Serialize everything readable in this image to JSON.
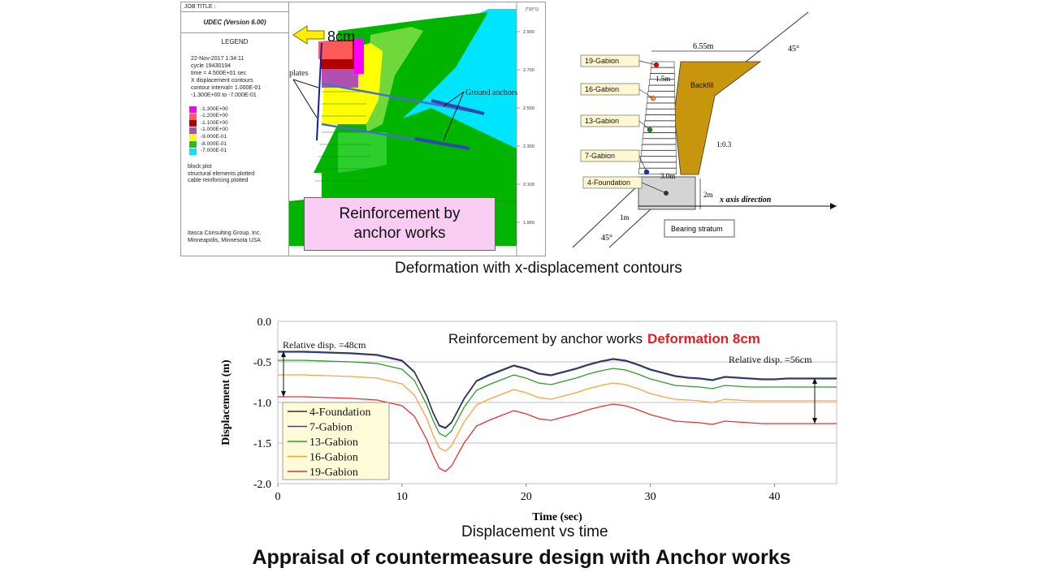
{
  "udec_panel": {
    "job_title": "JOB TITLE :",
    "version": "UDEC (Version 6.00)",
    "legend_title": "LEGEND",
    "info": [
      "22-Nov-2017   1:34:11",
      "cycle  19430194",
      "time  =  4.500E+01 sec",
      "X displacement contours",
      "contour interval= 1.000E-01",
      "-1.300E+00 to -7.000E-01"
    ],
    "legend": [
      {
        "label": "-1.300E+00",
        "color": "#ff00ff"
      },
      {
        "label": "-1.200E+00",
        "color": "#ff5a5a"
      },
      {
        "label": "-1.100E+00",
        "color": "#b30000"
      },
      {
        "label": "-1.000E+00",
        "color": "#b050b0"
      },
      {
        "label": "-9.000E-01",
        "color": "#ffff00"
      },
      {
        "label": "-8.000E-01",
        "color": "#22c022"
      },
      {
        "label": "-7.000E-01",
        "color": "#00e5ff"
      }
    ],
    "notes": [
      "block plot",
      "structural elements plotted",
      "cable reinforcing plotted"
    ],
    "company": [
      "Itasca Consulting Group, Inc.",
      "Minneapolis, Minnesota  USA"
    ],
    "scale_unit": "(*10^1)",
    "y_ticks": [
      "2.900",
      "2.700",
      "2.500",
      "2.300",
      "2.100",
      "1.900"
    ],
    "arrow_label": "8cm",
    "bearing_plates_label": "Bearing plates",
    "ground_anchors_label": "Ground anchors",
    "reinforcement_lines": [
      "Reinforcement by",
      "anchor works"
    ]
  },
  "colors": {
    "cyan": "#00e5ff",
    "green": "#00b400",
    "lightgreen": "#6fd83a",
    "yellow": "#ffff00",
    "red": "#d81010",
    "pink": "#f9ccf4",
    "backfill": "#c8960c",
    "arrow": "#ffee00"
  },
  "diagram": {
    "gabions": [
      "19-Gabion",
      "16-Gabion",
      "13-Gabion",
      "7-Gabion",
      "4-Foundation"
    ],
    "backfill_label": "Backfill",
    "top_width": "6.55m",
    "gabion_width": "1.5m",
    "base_width": "3.0m",
    "slope_ratio": "1:0.3",
    "height_label": "2m",
    "offset_label": "1m",
    "angle_top": "45°",
    "angle_bottom": "45°",
    "axis_label": "x axis direction",
    "stratum_label": "Bearing stratum"
  },
  "caption_top": "Deformation with x-displacement contours",
  "caption_bottom": "Displacement vs time",
  "main_title": "Appraisal of countermeasure design with Anchor works",
  "chart_data": {
    "type": "line",
    "title_prefix": "Reinforcement by anchor works",
    "title_highlight": "Deformation 8cm",
    "xlabel": "Time (sec)",
    "ylabel": "Displacement (m)",
    "xlim": [
      0,
      45
    ],
    "ylim": [
      -2.0,
      0.0
    ],
    "xticks": [
      0,
      10,
      20,
      30,
      40
    ],
    "yticks": [
      "0.0",
      "-0.5",
      "-1.0",
      "-1.5",
      "-2.0"
    ],
    "grid": "horizontal",
    "legend_position": "bottom-left",
    "annotations": [
      "Relative  disp. =48cm",
      "Relative disp. =56cm"
    ],
    "x": [
      0,
      2,
      4,
      6,
      8,
      10,
      11,
      12,
      12.5,
      13,
      13.5,
      14,
      15,
      16,
      17,
      18,
      19,
      20,
      21,
      22,
      23,
      24,
      25,
      26,
      27,
      28,
      29,
      30,
      31,
      32,
      33,
      34,
      35,
      36,
      37,
      38,
      39,
      40,
      41,
      42,
      43,
      44,
      45
    ],
    "series": [
      {
        "name": "4-Foundation",
        "color": "#303030",
        "values": [
          -0.37,
          -0.37,
          -0.38,
          -0.39,
          -0.41,
          -0.48,
          -0.62,
          -0.92,
          -1.12,
          -1.28,
          -1.31,
          -1.24,
          -0.95,
          -0.73,
          -0.66,
          -0.6,
          -0.54,
          -0.58,
          -0.64,
          -0.66,
          -0.62,
          -0.58,
          -0.53,
          -0.49,
          -0.46,
          -0.48,
          -0.53,
          -0.59,
          -0.63,
          -0.67,
          -0.69,
          -0.7,
          -0.72,
          -0.68,
          -0.69,
          -0.7,
          -0.71,
          -0.71,
          -0.7,
          -0.7,
          -0.7,
          -0.7,
          -0.7
        ]
      },
      {
        "name": "7-Gabion",
        "color": "#3344bb",
        "values": [
          -0.38,
          -0.38,
          -0.39,
          -0.4,
          -0.42,
          -0.49,
          -0.63,
          -0.93,
          -1.13,
          -1.29,
          -1.32,
          -1.25,
          -0.96,
          -0.74,
          -0.67,
          -0.61,
          -0.55,
          -0.59,
          -0.65,
          -0.67,
          -0.63,
          -0.59,
          -0.54,
          -0.5,
          -0.47,
          -0.49,
          -0.54,
          -0.6,
          -0.64,
          -0.68,
          -0.7,
          -0.71,
          -0.73,
          -0.69,
          -0.7,
          -0.71,
          -0.72,
          -0.72,
          -0.71,
          -0.71,
          -0.71,
          -0.71,
          -0.71
        ]
      },
      {
        "name": "13-Gabion",
        "color": "#2e9a2e",
        "values": [
          -0.48,
          -0.48,
          -0.49,
          -0.5,
          -0.52,
          -0.59,
          -0.73,
          -1.03,
          -1.22,
          -1.38,
          -1.42,
          -1.35,
          -1.06,
          -0.85,
          -0.78,
          -0.72,
          -0.66,
          -0.7,
          -0.76,
          -0.78,
          -0.74,
          -0.7,
          -0.65,
          -0.61,
          -0.58,
          -0.6,
          -0.65,
          -0.71,
          -0.75,
          -0.79,
          -0.8,
          -0.81,
          -0.83,
          -0.79,
          -0.8,
          -0.81,
          -0.81,
          -0.81,
          -0.81,
          -0.81,
          -0.81,
          -0.81,
          -0.81
        ]
      },
      {
        "name": "16-Gabion",
        "color": "#ffa040",
        "values": [
          -0.66,
          -0.66,
          -0.67,
          -0.68,
          -0.7,
          -0.77,
          -0.91,
          -1.2,
          -1.4,
          -1.56,
          -1.6,
          -1.53,
          -1.24,
          -1.03,
          -0.96,
          -0.9,
          -0.84,
          -0.88,
          -0.94,
          -0.96,
          -0.92,
          -0.88,
          -0.83,
          -0.79,
          -0.76,
          -0.78,
          -0.83,
          -0.89,
          -0.93,
          -0.96,
          -0.97,
          -0.98,
          -1.0,
          -0.96,
          -0.97,
          -0.98,
          -0.98,
          -0.98,
          -0.98,
          -0.98,
          -0.98,
          -0.98,
          -0.98
        ]
      },
      {
        "name": "19-Gabion",
        "color": "#e83030",
        "values": [
          -0.93,
          -0.93,
          -0.94,
          -0.95,
          -0.97,
          -1.04,
          -1.17,
          -1.46,
          -1.65,
          -1.81,
          -1.85,
          -1.78,
          -1.5,
          -1.29,
          -1.22,
          -1.16,
          -1.1,
          -1.14,
          -1.2,
          -1.22,
          -1.18,
          -1.14,
          -1.09,
          -1.05,
          -1.02,
          -1.04,
          -1.09,
          -1.15,
          -1.19,
          -1.23,
          -1.24,
          -1.25,
          -1.27,
          -1.23,
          -1.24,
          -1.25,
          -1.26,
          -1.26,
          -1.26,
          -1.26,
          -1.26,
          -1.26,
          -1.26
        ]
      }
    ]
  }
}
